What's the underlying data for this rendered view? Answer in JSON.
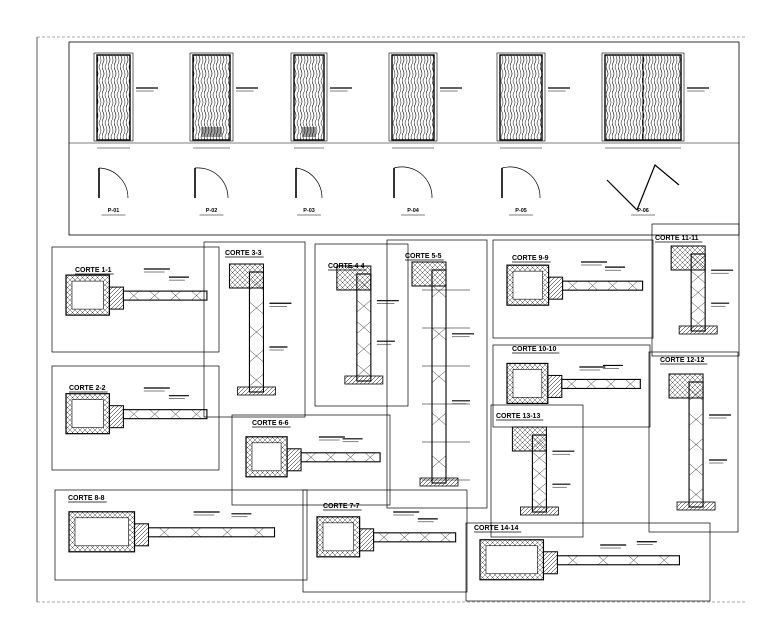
{
  "doors": [
    {
      "code": "P-01"
    },
    {
      "code": "P-02"
    },
    {
      "code": "P-03"
    },
    {
      "code": "P-04"
    },
    {
      "code": "P-05"
    },
    {
      "code": "P-06"
    }
  ],
  "sections": [
    {
      "key": "c1",
      "title": "CORTE 1-1"
    },
    {
      "key": "c2",
      "title": "CORTE 2-2"
    },
    {
      "key": "c3",
      "title": "CORTE 3-3"
    },
    {
      "key": "c4",
      "title": "CORTE 4-4"
    },
    {
      "key": "c5",
      "title": "CORTE 5-5"
    },
    {
      "key": "c6",
      "title": "CORTE 6-6"
    },
    {
      "key": "c7",
      "title": "CORTE 7-7"
    },
    {
      "key": "c8",
      "title": "CORTE 8-8"
    },
    {
      "key": "c9",
      "title": "CORTE 9-9"
    },
    {
      "key": "c10",
      "title": "CORTE 10-10"
    },
    {
      "key": "c11",
      "title": "CORTE 11-11"
    },
    {
      "key": "c12",
      "title": "CORTE 12-12"
    },
    {
      "key": "c13",
      "title": "CORTE 13-13"
    },
    {
      "key": "c14",
      "title": "CORTE 14-14"
    }
  ]
}
